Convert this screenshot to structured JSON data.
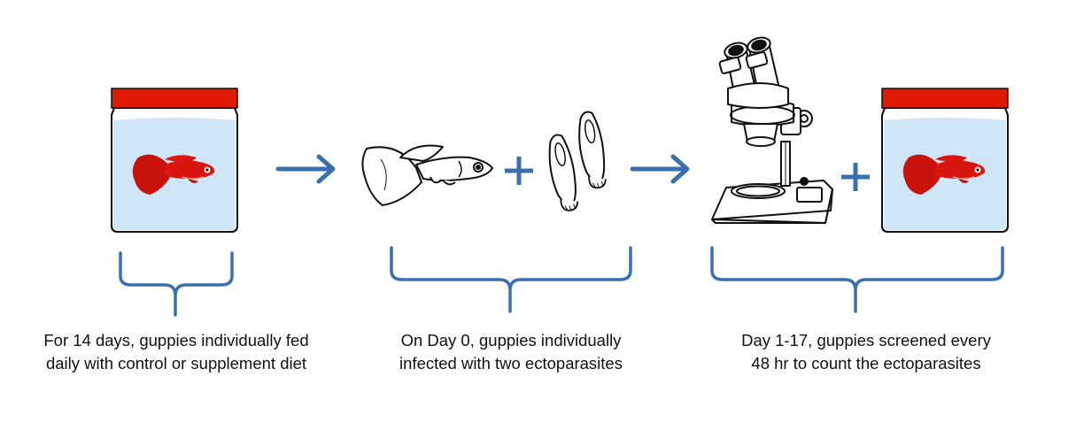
{
  "steps": [
    {
      "caption_lines": [
        "For 14 days, guppies individually fed",
        "daily with control or supplement diet"
      ]
    },
    {
      "caption_lines": [
        "On Day 0, guppies individually",
        "infected with two ectoparasites"
      ]
    },
    {
      "caption_lines": [
        "Day 1-17, guppies screened every",
        "48 hr to count the ectoparasites"
      ]
    }
  ],
  "icons": {
    "jar": "jar-with-red-guppy-icon",
    "guppy_outline": "guppy-outline-icon",
    "ectoparasite": "ectoparasite-icon",
    "microscope": "stereo-microscope-icon",
    "arrow": "arrow-right-icon",
    "plus": "plus-icon",
    "bracket": "curly-bracket-icon"
  },
  "colors": {
    "accent_blue": "#3a6fb0",
    "lid_red": "#e01a00",
    "water_blue": "#cfe6f7",
    "fish_red": "#c8120c"
  }
}
